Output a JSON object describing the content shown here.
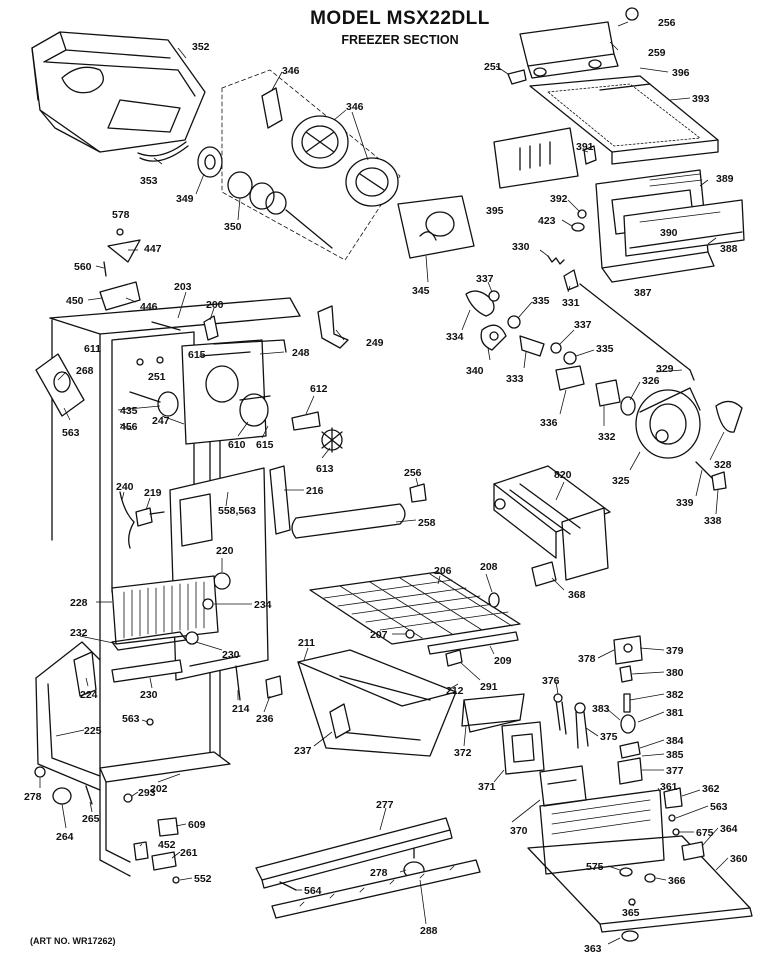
{
  "header": {
    "model": "MODEL MSX22DLL",
    "section": "FREEZER SECTION"
  },
  "footer": {
    "art_number": "(ART NO. WR17262)"
  },
  "part_numbers": [
    "352",
    "353",
    "349",
    "350",
    "346",
    "346",
    "345",
    "256",
    "259",
    "251",
    "396",
    "393",
    "391",
    "395",
    "392",
    "423",
    "389",
    "390",
    "387",
    "388",
    "578",
    "447",
    "560",
    "450",
    "446",
    "203",
    "200",
    "249",
    "611",
    "615",
    "248",
    "268",
    "251",
    "435",
    "456",
    "563",
    "247",
    "610",
    "615",
    "612",
    "613",
    "330",
    "337",
    "331",
    "334",
    "335",
    "340",
    "337",
    "333",
    "335",
    "329",
    "326",
    "336",
    "332",
    "325",
    "328",
    "339",
    "338",
    "240",
    "219",
    "216",
    "256",
    "558,563",
    "258",
    "220",
    "820",
    "228",
    "234",
    "368",
    "206",
    "208",
    "232",
    "230",
    "230",
    "211",
    "207",
    "209",
    "291",
    "212",
    "224",
    "225",
    "214",
    "236",
    "237",
    "372",
    "376",
    "375",
    "378",
    "379",
    "380",
    "382",
    "383",
    "381",
    "384",
    "385",
    "377",
    "371",
    "563",
    "278",
    "293",
    "202",
    "265",
    "264",
    "609",
    "452",
    "261",
    "552",
    "277",
    "278",
    "564",
    "288",
    "370",
    "361",
    "362",
    "563",
    "675",
    "364",
    "360",
    "575",
    "366",
    "365",
    "363"
  ]
}
